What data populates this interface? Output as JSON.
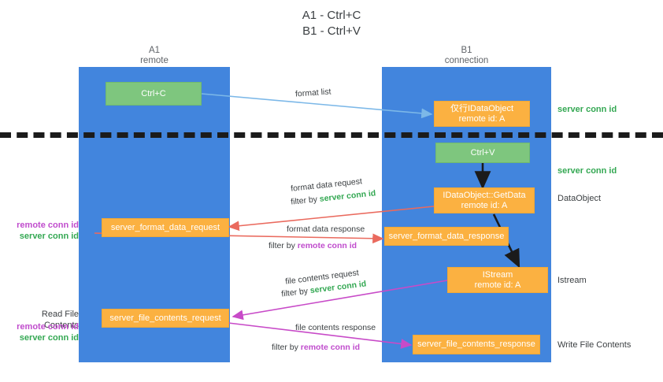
{
  "title": {
    "line1": "A1 - Ctrl+C",
    "line2": "B1 - Ctrl+V"
  },
  "lanes": [
    {
      "id": "a1",
      "name": "A1",
      "role": "remote"
    },
    {
      "id": "b1",
      "name": "B1",
      "role": "connection"
    }
  ],
  "boxes": {
    "ctrl_c": {
      "label": "Ctrl+C"
    },
    "ctrl_v": {
      "label": "Ctrl+V"
    },
    "idataobject": {
      "line1": "仅行IDataObject",
      "line2": "remote id: A"
    },
    "getdata": {
      "line1": "IDataObject::GetData",
      "line2": "remote id: A"
    },
    "istream": {
      "line1": "IStream",
      "line2": "remote id: A"
    },
    "format_data_request": {
      "label": "server_format_data_request"
    },
    "format_data_response": {
      "label": "server_format_data_response"
    },
    "file_contents_request": {
      "label": "server_file_contents_request"
    },
    "file_contents_response": {
      "label": "server_file_contents_response"
    }
  },
  "right_labels": {
    "server_conn_id_top": "server conn id",
    "server_conn_id_mid": "server conn id",
    "dataobject": "DataObject",
    "istream": "Istream",
    "write_file_contents": "Write File Contents"
  },
  "left_labels": {
    "remote_conn_id_1": "remote conn id",
    "server_conn_id_1": "server conn id",
    "read_file_contents": "Read File Contents",
    "remote_conn_id_2": "remote conn id",
    "server_conn_id_2": "server conn id"
  },
  "arrow_labels": {
    "format_list": "format list",
    "format_data_request": "format data request",
    "format_data_request_filter_prefix": "filter by ",
    "format_data_request_filter_value": "server conn id",
    "format_data_response": "format data response",
    "format_data_response_filter_prefix": "filter by ",
    "format_data_response_filter_value": "remote conn id",
    "file_contents_request": "file contents request",
    "file_contents_request_filter_prefix": "filter by ",
    "file_contents_request_filter_value": "server conn id",
    "file_contents_response": "file contents response",
    "file_contents_response_filter_prefix": "filter by ",
    "file_contents_response_filter_value": "remote conn id"
  },
  "colors": {
    "lane": "#4285dd",
    "green_box": "#7ec67e",
    "orange_box": "#fbb141",
    "green_text": "#34a853",
    "magenta_text": "#c04ccd",
    "red_arrow": "#ea6a5e",
    "pink_arrow": "#c84bc8",
    "blue_arrow": "#7cb8e8",
    "black_arrow": "#1b1b1b"
  }
}
